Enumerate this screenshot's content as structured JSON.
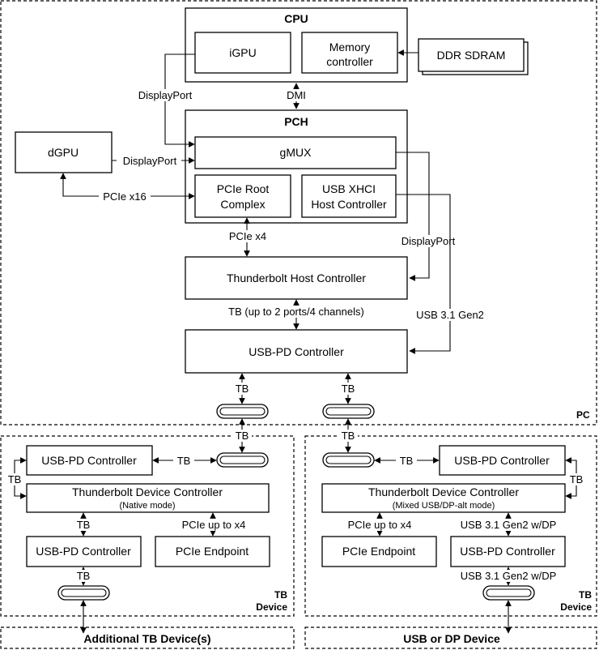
{
  "pc": {
    "label": "PC",
    "cpu": {
      "title": "CPU",
      "igpu": "iGPU",
      "memory_controller": [
        "Memory",
        "controller"
      ]
    },
    "ddr": "DDR SDRAM",
    "dmi": "DMI",
    "pch": {
      "title": "PCH",
      "gmux": "gMUX",
      "pcie_root": [
        "PCIe Root",
        "Complex"
      ],
      "usb_xhci": [
        "USB XHCI",
        "Host Controller"
      ]
    },
    "dgpu": "dGPU",
    "tb_host_controller": "Thunderbolt Host Controller",
    "usbpd_controller": "USB-PD Controller",
    "links": {
      "displayport_igpu": "DisplayPort",
      "displayport_dgpu": "DisplayPort",
      "pcie_x16": "PCIe x16",
      "pcie_x4": "PCIe x4",
      "displayport_gmux": "DisplayPort",
      "tb_ports": "TB (up to 2 ports/4 channels)",
      "usb31": "USB 3.1 Gen2",
      "tb_left": "TB",
      "tb_right": "TB",
      "tb_cable_left": "TB",
      "tb_cable_right": "TB"
    }
  },
  "tb_device": {
    "corner": [
      "TB",
      "Device"
    ],
    "usbpd_top": "USB-PD Controller",
    "tb_link_h": "TB",
    "tb_link_side": "TB",
    "controller": "Thunderbolt Device Controller",
    "mode": "(Native mode)",
    "tb_link_mid": "TB",
    "pcie_link": "PCIe up to x4",
    "usbpd_bottom": "USB-PD Controller",
    "pcie_endpoint": "PCIe Endpoint",
    "tb_link_bottom": "TB"
  },
  "usb_device": {
    "corner": [
      "TB",
      "Device"
    ],
    "tb_link_h": "TB",
    "usbpd_top": "USB-PD Controller",
    "tb_link_side": "TB",
    "controller": "Thunderbolt Device Controller",
    "mode": "(Mixed USB/DP-alt mode)",
    "pcie_link": "PCIe up to x4",
    "usb_link_mid": "USB 3.1 Gen2 w/DP",
    "pcie_endpoint": "PCIe Endpoint",
    "usbpd_bottom": "USB-PD Controller",
    "usb_link_bottom": "USB 3.1 Gen2 w/DP"
  },
  "footer": {
    "additional": "Additional TB Device(s)",
    "usb_or_dp": "USB or DP Device"
  }
}
